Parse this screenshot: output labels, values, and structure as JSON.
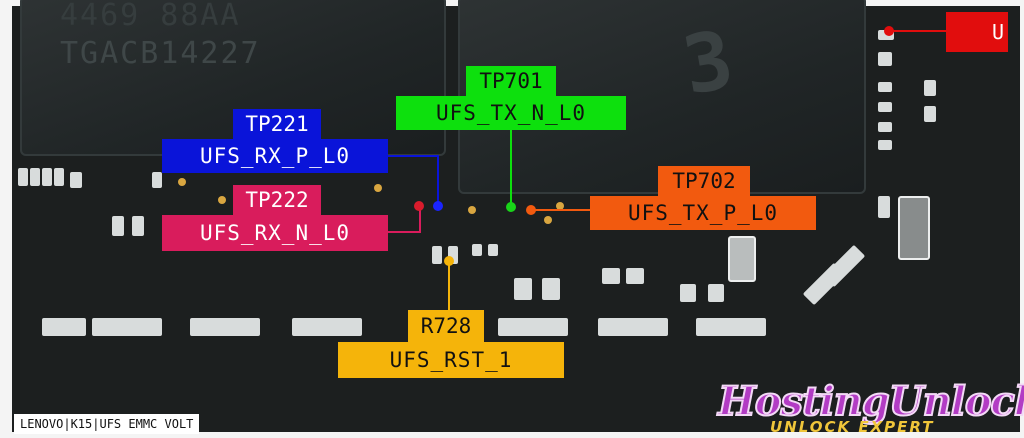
{
  "chips": {
    "left_marking_1": "4469 88AA",
    "left_marking_2": "TGACB14227",
    "right_logo": "3"
  },
  "labels": {
    "tp221": {
      "ref": "TP221",
      "net": "UFS_RX_P_L0",
      "color": "#0a14d9",
      "text_color": "#ffffff"
    },
    "tp222": {
      "ref": "TP222",
      "net": "UFS_RX_N_L0",
      "color": "#d91c5c",
      "text_color": "#ffffff"
    },
    "tp701": {
      "ref": "TP701",
      "net": "UFS_TX_N_L0",
      "color": "#0de00d",
      "text_color": "#111111"
    },
    "tp702": {
      "ref": "TP702",
      "net": "UFS_TX_P_L0",
      "color": "#f25a0f",
      "text_color": "#111111"
    },
    "r728": {
      "ref": "R728",
      "net": "UFS_RST_1",
      "color": "#f5b40a",
      "text_color": "#111111"
    },
    "top_right": {
      "text": "U",
      "color": "#e10d0d"
    }
  },
  "footer": {
    "caption": "LENOVO|K15|UFS EMMC VOLT"
  },
  "watermark": {
    "name": "HostingUnlock",
    "tagline": "UNLOCK EXPERT"
  }
}
